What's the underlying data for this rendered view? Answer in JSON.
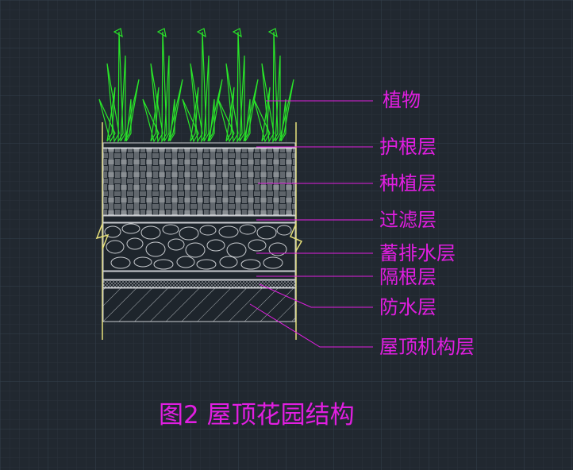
{
  "diagram": {
    "labels": [
      "植物",
      "护根层",
      "种植层",
      "过滤层",
      "蓄排水层",
      "隔根层",
      "防水层",
      "屋顶机构层"
    ],
    "caption": "图2 屋顶花园结构"
  },
  "colors": {
    "background": "#212830",
    "grid": "#2f3842",
    "label": "#e11ee1",
    "plant": "#29e629",
    "outline": "#e6e07a",
    "hatch": "#c9ccd0"
  }
}
